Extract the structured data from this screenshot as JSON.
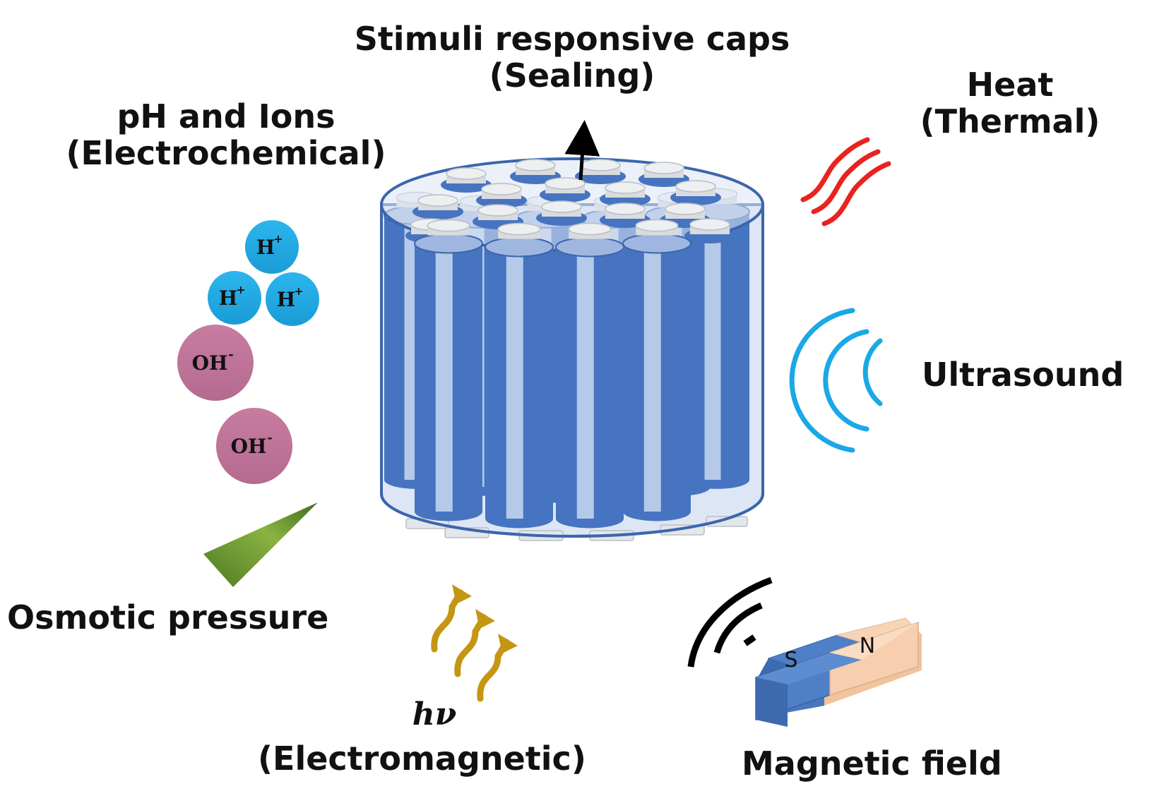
{
  "labels": {
    "caps": {
      "line1": "Stimuli responsive caps",
      "line2": "(Sealing)"
    },
    "ph": {
      "line1": "pH and Ions",
      "line2": "(Electrochemical)"
    },
    "heat": {
      "line1": "Heat",
      "line2": "(Thermal)"
    },
    "ultrasound": "Ultrasound",
    "osmotic": "Osmotic pressure",
    "light": {
      "symbol": "hν",
      "line2": "(Electromagnetic)"
    },
    "magnetic": "Magnetic field"
  },
  "ions": {
    "hydrogen": {
      "base": "H",
      "charge": "+"
    },
    "hydroxide": {
      "base": "OH",
      "charge": "-"
    }
  },
  "magnet": {
    "south": "S",
    "north": "N"
  },
  "colors": {
    "tube": "#4674c0",
    "cylinder": "#dbe5f4",
    "cap": "#e6e6e6",
    "hydrogen_ion": "#1fabe7",
    "hydroxide_ion": "#c0769a",
    "heat": "#e8231f",
    "ultrasound": "#1aa8e6",
    "light": "#c59613",
    "osmotic": "#7aa434",
    "magnet_south": "#4f7fc6",
    "magnet_north": "#f8d4b6"
  }
}
